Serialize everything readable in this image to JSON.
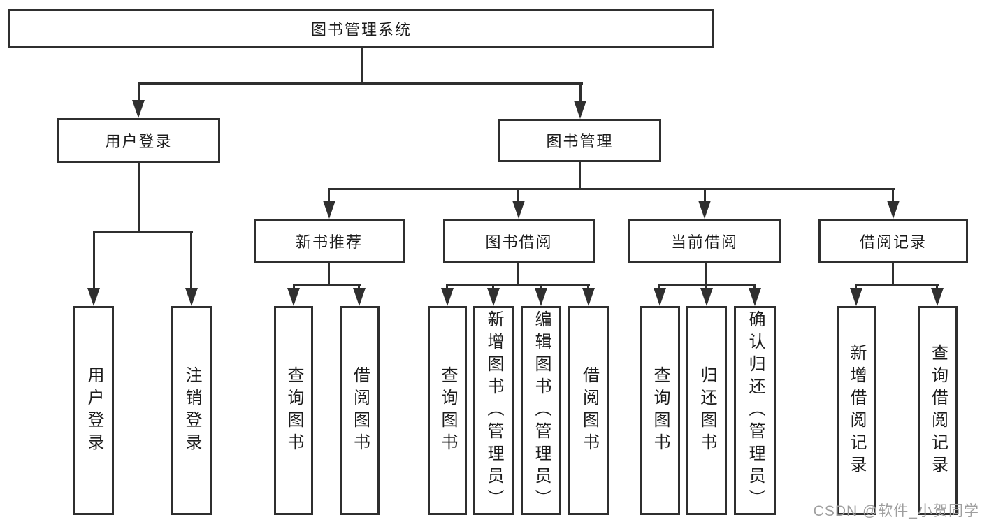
{
  "diagram": {
    "type": "tree",
    "root": "图书管理系统",
    "level2": [
      "用户登录",
      "图书管理"
    ],
    "level3": [
      "新书推荐",
      "图书借阅",
      "当前借阅",
      "借阅记录"
    ],
    "leaves": {
      "user_login": [
        "用户登录",
        "注销登录"
      ],
      "new_book_recommend": [
        "查询图书",
        "借阅图书"
      ],
      "book_borrow": [
        "查询图书",
        "新增图书（管理员）",
        "编辑图书（管理员）",
        "借阅图书"
      ],
      "current_borrow": [
        "查询图书",
        "归还图书",
        "确认归还（管理员）"
      ],
      "borrow_record": [
        "新增借阅记录",
        "查询借阅记录"
      ]
    },
    "colors": {
      "line": "#2f2f2f",
      "text": "#1c1c1c",
      "background": "#ffffff",
      "watermark": "#9e9e9e"
    },
    "watermark": "CSDN @软件_小贺同学"
  }
}
